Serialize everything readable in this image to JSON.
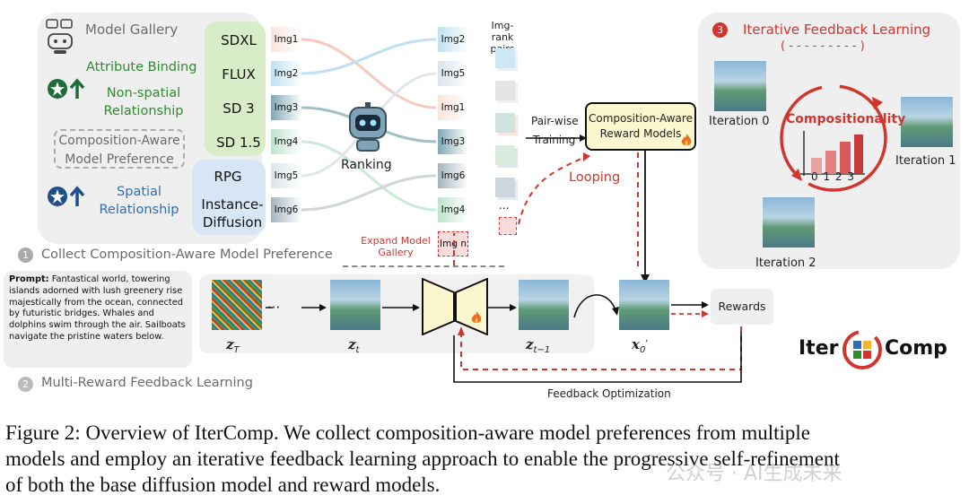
{
  "model_gallery": {
    "title": "Model Gallery",
    "attribute_binding": "Attribute Binding",
    "non_spatial": "Non-spatial Relationship",
    "composition_pref": "Composition-Aware Model Preference",
    "spatial": "Spatial Relationship",
    "models": [
      "SDXL",
      "FLUX",
      "SD 3",
      "SD 1.5",
      "RPG",
      "Instance-Diffusion"
    ],
    "left_imgs": [
      "Img1",
      "Img2",
      "Img3",
      "Img4",
      "Img5",
      "Img6"
    ],
    "ranking": "Ranking",
    "right_imgs": [
      "Img2",
      "Img5",
      "Img1",
      "Img3",
      "Img6",
      "Img4",
      "Img n"
    ],
    "img_rank_pairs": "Img-rank pairs",
    "ellipsis": "...",
    "expand_gallery": "Expand Model Gallery",
    "section1": "Collect Composition-Aware Model Preference",
    "section1_num": "1"
  },
  "training": {
    "pair_wise": "Pair-wise",
    "training": "Training",
    "reward_models": "Composition-Aware Reward Models",
    "looping": "Looping"
  },
  "iterative": {
    "num": "3",
    "title": "Iterative Feedback Learning",
    "arrow": "( - - - - - - - - - )",
    "compositionality": "Compositionality",
    "axis_ticks": "0 1 2 3",
    "iter0": "Iteration 0",
    "iter1": "Iteration 1",
    "iter2": "Iteration 2"
  },
  "multi_reward": {
    "prompt_label": "Prompt:",
    "prompt_text": "Fantastical world, towering islands adorned with lush greenery rise majestically from the ocean, connected by futuristic bridges. Whales and dolphins swim through the air. Sailboats navigate the pristine waters below.",
    "dots": "···",
    "z_T": "z",
    "z_T_sub": "T",
    "z_t": "z",
    "z_t_sub": "t",
    "z_t1": "z",
    "z_t1_sub": "t−1",
    "x0": "x",
    "x0_sub": "0",
    "x0_prime": "′",
    "rewards": "Rewards",
    "feedback_opt": "Feedback Optimization",
    "section2": "Multi-Reward Feedback Learning",
    "section2_num": "2",
    "logo_left": "Iter",
    "logo_right": "Comp"
  },
  "caption": {
    "line1": "Figure 2: Overview of IterComp. We collect composition-aware model preferences from multiple",
    "line2": "models and employ an iterative feedback learning approach to enable the progressive self-refinement",
    "line3": "of both the base diffusion model and reward models.",
    "watermark": "公众号 · AI生成未来"
  },
  "colors": {
    "accent_red": "#d2352e",
    "green": "#2e8b2e",
    "blue": "#2f6db5",
    "panel_gray": "#efefef"
  }
}
